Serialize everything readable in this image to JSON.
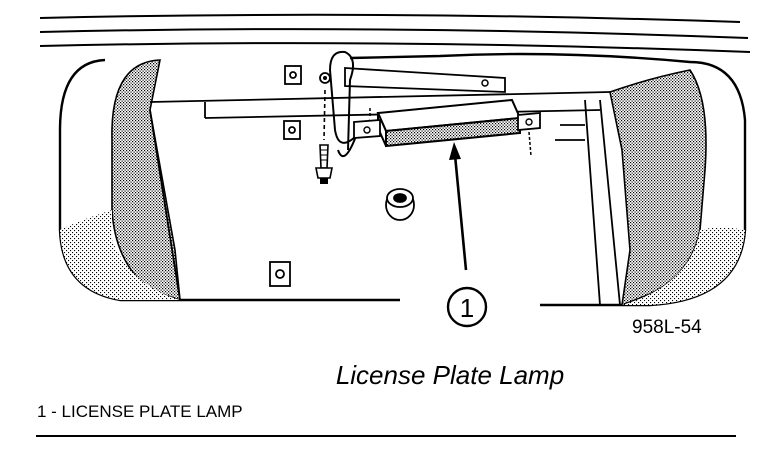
{
  "figure": {
    "callout_number": "1",
    "figure_id": "958L-54"
  },
  "caption": "License Plate Lamp",
  "legend": {
    "items": [
      "1 - LICENSE PLATE LAMP"
    ]
  }
}
